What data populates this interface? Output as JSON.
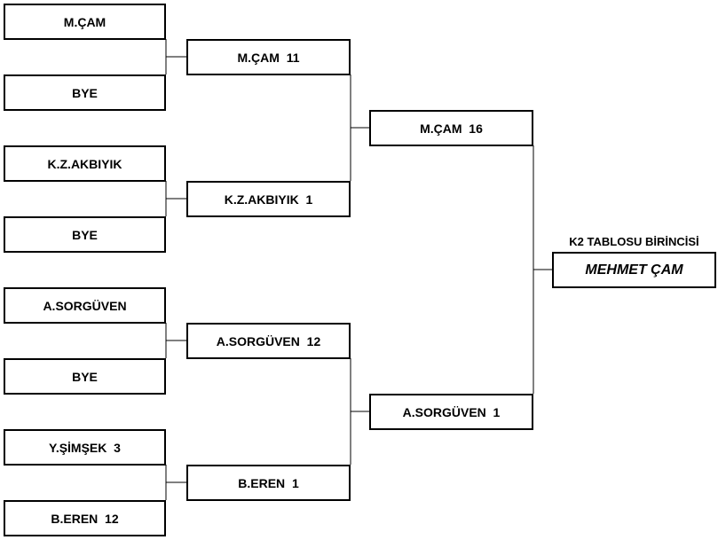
{
  "round1": [
    "M.ÇAM",
    "BYE",
    "K.Z.AKBIYIK",
    "BYE",
    "A.SORGÜVEN",
    "BYE",
    "Y.ŞİMŞEK  3",
    "B.EREN  12"
  ],
  "round2": [
    "M.ÇAM  11",
    "K.Z.AKBIYIK  1",
    "A.SORGÜVEN  12",
    "B.EREN  1"
  ],
  "round3": [
    "M.ÇAM  16",
    "A.SORGÜVEN  1"
  ],
  "winner": {
    "title": "K2 TABLOSU BİRİNCİSİ",
    "name": "MEHMET ÇAM"
  }
}
